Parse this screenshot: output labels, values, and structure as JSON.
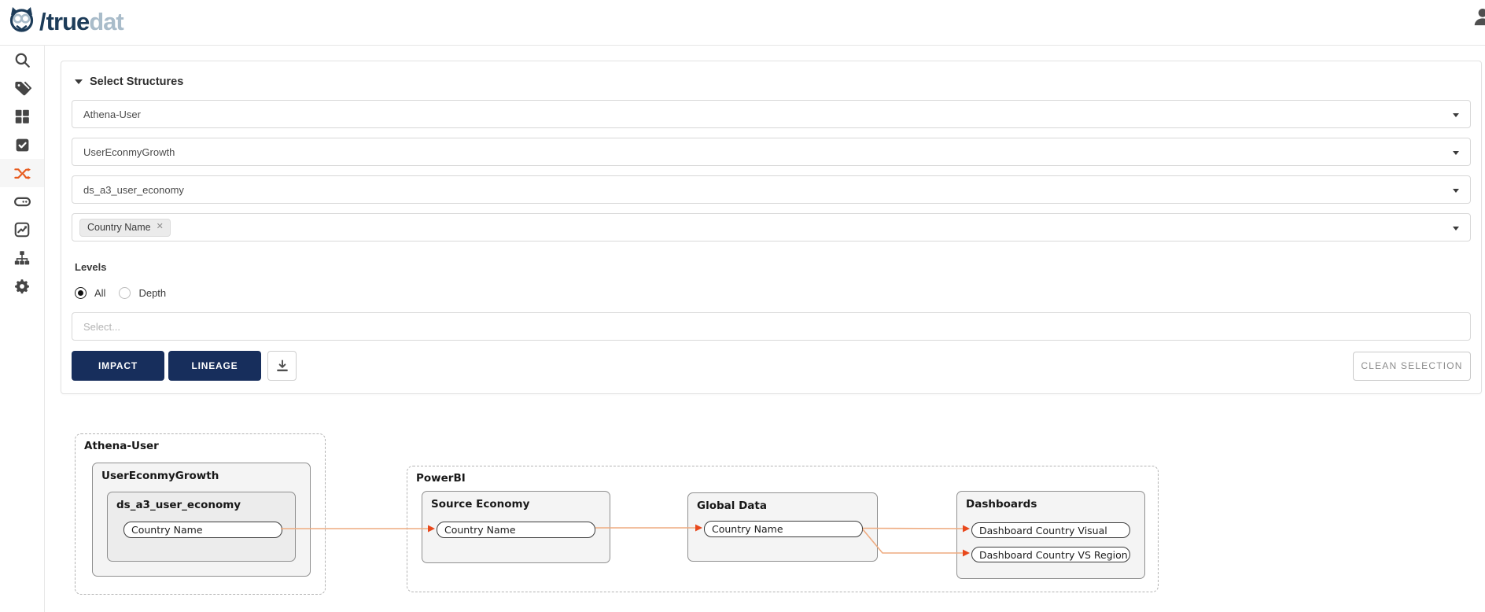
{
  "header": {
    "logo": {
      "slash": "/",
      "part1": "true",
      "part2": "dat",
      "icon": "owl-logo"
    },
    "user_icon": "user-avatar"
  },
  "sidebar": {
    "items": [
      {
        "name": "search",
        "icon": "search-icon",
        "active": false
      },
      {
        "name": "glossary",
        "icon": "tag-icon",
        "active": false
      },
      {
        "name": "catalog",
        "icon": "grid-icon",
        "active": false
      },
      {
        "name": "quality",
        "icon": "check-square-icon",
        "active": false
      },
      {
        "name": "lineage",
        "icon": "shuffle-icon",
        "active": true
      },
      {
        "name": "sources",
        "icon": "hard-drive-icon",
        "active": false
      },
      {
        "name": "insights",
        "icon": "chart-line-icon",
        "active": false
      },
      {
        "name": "domains",
        "icon": "sitemap-icon",
        "active": false
      },
      {
        "name": "settings",
        "icon": "gear-icon",
        "active": false
      }
    ]
  },
  "panel": {
    "title": "Select Structures",
    "selects": [
      {
        "value": "Athena-User"
      },
      {
        "value": "UserEconmyGrowth"
      },
      {
        "value": "ds_a3_user_economy"
      }
    ],
    "tag_select": {
      "chips": [
        {
          "label": "Country Name",
          "remove_icon": "✕"
        }
      ]
    },
    "levels": {
      "label": "Levels",
      "options": [
        {
          "label": "All",
          "selected": true
        },
        {
          "label": "Depth",
          "selected": false
        }
      ],
      "depth_placeholder": "Select..."
    },
    "actions": {
      "impact": "IMPACT",
      "lineage": "LINEAGE",
      "download_icon": "download-icon",
      "clean_selection": "CLEAN SELECTION"
    }
  },
  "diagram": {
    "containers": [
      {
        "label": "Athena-User",
        "children": [
          {
            "label": "UserEconmyGrowth",
            "children": [
              {
                "label": "ds_a3_user_economy",
                "nodes": [
                  "Country Name"
                ]
              }
            ]
          }
        ]
      },
      {
        "label": "PowerBI",
        "children": [
          {
            "label": "Source Economy",
            "nodes": [
              "Country Name"
            ]
          },
          {
            "label": "Global Data",
            "nodes": [
              "Country Name"
            ]
          },
          {
            "label": "Dashboards",
            "nodes": [
              "Dashboard Country Visual",
              "Dashboard Country VS Region"
            ]
          }
        ]
      }
    ],
    "edges": [
      {
        "from": "Athena-User / ds_a3_user_economy / Country Name",
        "to": "PowerBI / Source Economy / Country Name"
      },
      {
        "from": "PowerBI / Source Economy / Country Name",
        "to": "PowerBI / Global Data / Country Name"
      },
      {
        "from": "PowerBI / Global Data / Country Name",
        "to": "PowerBI / Dashboards / Dashboard Country Visual"
      },
      {
        "from": "PowerBI / Global Data / Country Name",
        "to": "PowerBI / Dashboards / Dashboard Country VS Region"
      }
    ]
  },
  "colors": {
    "brand_navy": "#1D3C59",
    "brand_light": "#A9BCCA",
    "button_navy": "#172E5C",
    "accent_orange": "#E75B1E",
    "edge_line": "#EEAB80",
    "edge_arrow": "#E8481C"
  }
}
